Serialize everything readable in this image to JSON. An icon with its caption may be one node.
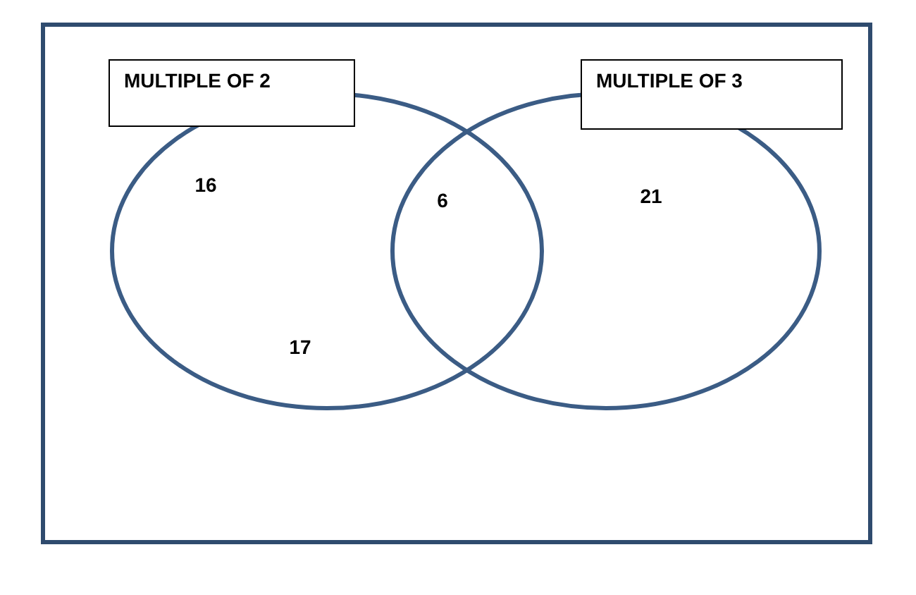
{
  "diagram": {
    "nodes": [
      {
        "text": [],
        "shape": "box"
      },
      {
        "text": [],
        "shape": "circle",
        "in": 0
      },
      {
        "text": [],
        "shape": "circle",
        "in": 0
      },
      {
        "text": [
          "MULTIPLE OF 2"
        ],
        "in": 0
      },
      {
        "text": [
          "MULTIPLE OF 3"
        ],
        "in": 0
      }
    ],
    "labels": [
      "16",
      "6",
      "21",
      "17"
    ]
  }
}
